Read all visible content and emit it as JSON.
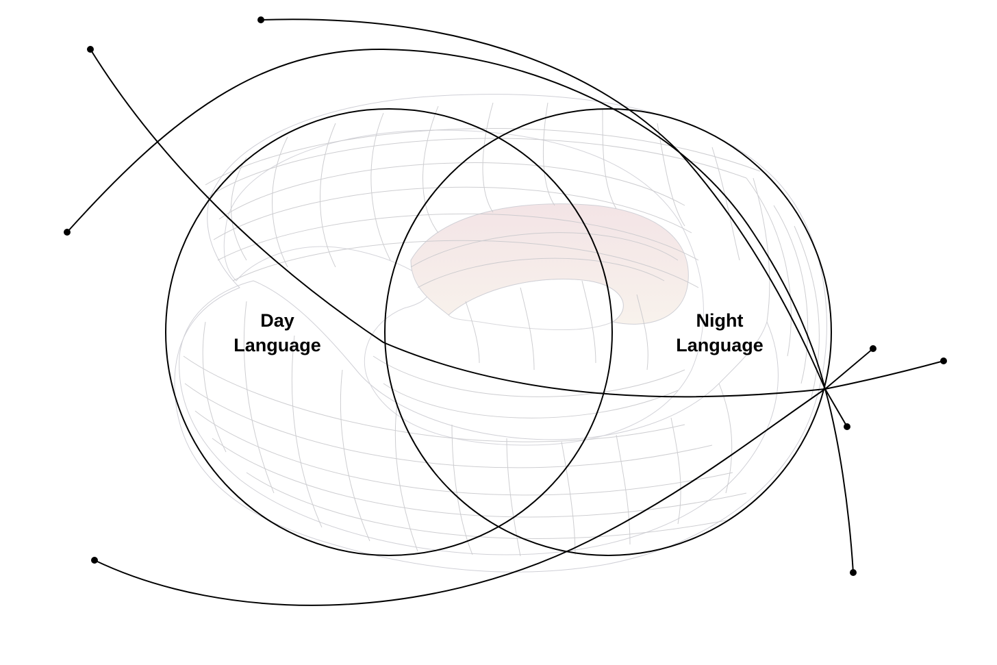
{
  "diagram": {
    "labels": {
      "day": {
        "line1": "Day",
        "line2": "Language"
      },
      "night": {
        "line1": "Night",
        "line2": "Language"
      }
    },
    "colors": {
      "background": "#ffffff",
      "ink": "#000000",
      "grid": "#bdbdbd",
      "surface_blue": "#e3ecf8",
      "surface_pink": "#f2dde1",
      "surface_cream": "#f7f0e2",
      "surface_lavender": "#dfdcf2"
    },
    "surface_name": "trefoil-knot-tube",
    "circles": [
      "day-circle",
      "night-circle",
      "outer-arc"
    ],
    "rays": [
      "upper-left-ray",
      "long-diagonal-ray",
      "left-arc-ray",
      "bottom-arc-ray",
      "right-short-ray",
      "right-long-ray",
      "right-lower-ray",
      "bottom-right-ray"
    ]
  }
}
